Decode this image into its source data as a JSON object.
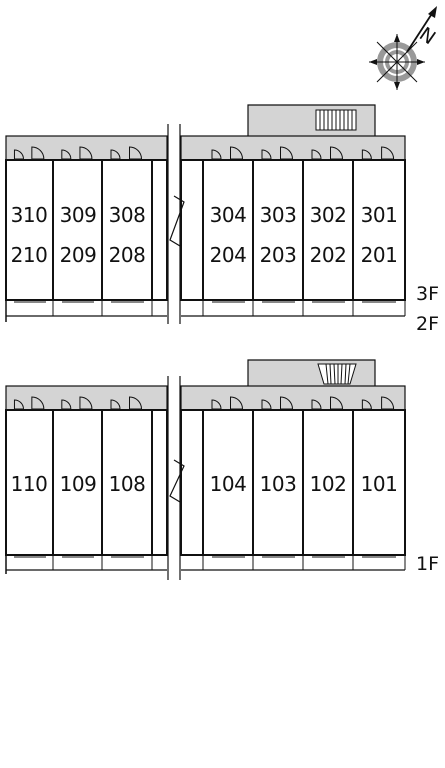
{
  "upper_block": {
    "units_top_row": [
      "310",
      "309",
      "308",
      "304",
      "303",
      "302",
      "301"
    ],
    "units_bottom_row": [
      "210",
      "209",
      "208",
      "204",
      "203",
      "202",
      "201"
    ],
    "floor_labels": [
      "3F",
      "2F"
    ]
  },
  "lower_block": {
    "units": [
      "110",
      "109",
      "108",
      "104",
      "103",
      "102",
      "101"
    ],
    "floor_labels": [
      "1F"
    ]
  },
  "compass": {
    "label": "N",
    "icon": "north-arrow-compass-icon"
  },
  "colors": {
    "corridor_fill": "#d4d4d4",
    "line": "#111111"
  }
}
